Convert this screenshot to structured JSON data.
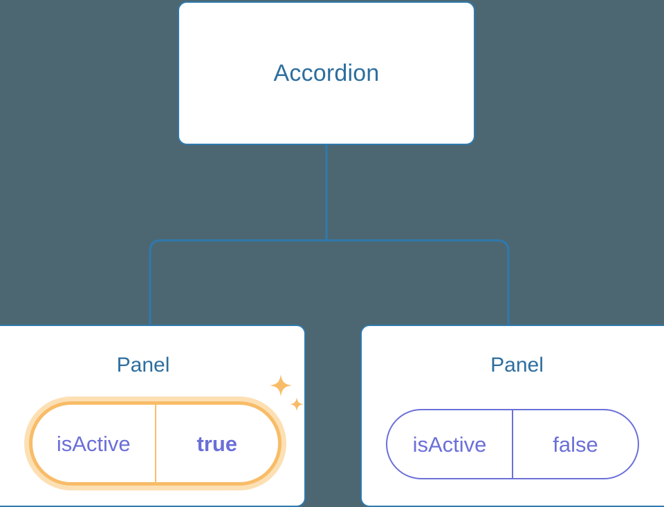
{
  "diagram": {
    "type": "component-tree",
    "background_color": "#4c6772",
    "node_border_color": "#2f79ad",
    "node_title_color": "#2d6e9e",
    "prop_text_color": "#6b6fd8",
    "highlight_color": "#f8bc68",
    "highlight_glow_color": "#fce0b4",
    "root": {
      "title": "Accordion"
    },
    "children": [
      {
        "title": "Panel",
        "highlighted": true,
        "prop": {
          "key": "isActive",
          "value": "true",
          "value_bold": true
        },
        "sparkle_icons": [
          "sparkle-large",
          "sparkle-small"
        ]
      },
      {
        "title": "Panel",
        "highlighted": false,
        "prop": {
          "key": "isActive",
          "value": "false",
          "value_bold": false
        }
      }
    ]
  }
}
